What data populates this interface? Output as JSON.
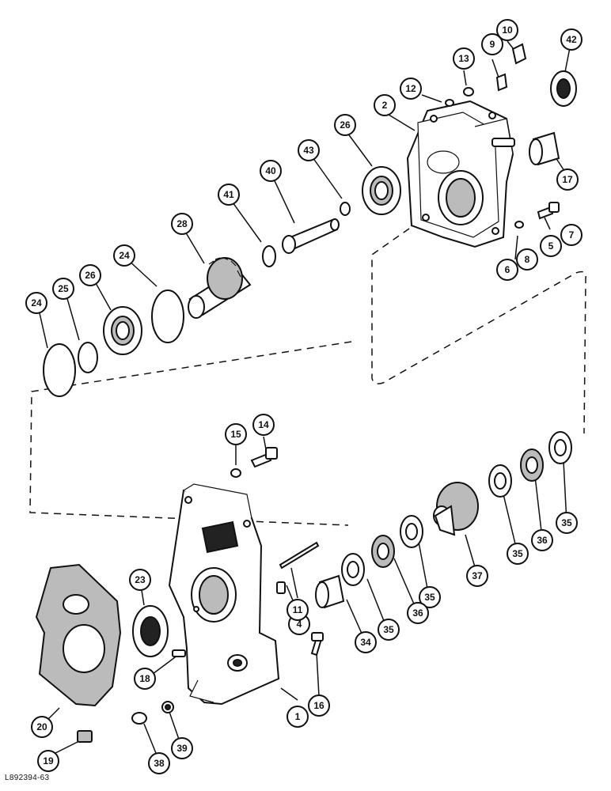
{
  "diagram": {
    "reference_code": "L892394-63",
    "callouts": [
      {
        "id": "c1",
        "label": "1"
      },
      {
        "id": "c2",
        "label": "2"
      },
      {
        "id": "c4",
        "label": "4"
      },
      {
        "id": "c5",
        "label": "5"
      },
      {
        "id": "c6",
        "label": "6"
      },
      {
        "id": "c7",
        "label": "7"
      },
      {
        "id": "c8",
        "label": "8"
      },
      {
        "id": "c9",
        "label": "9"
      },
      {
        "id": "c10",
        "label": "10"
      },
      {
        "id": "c11",
        "label": "11"
      },
      {
        "id": "c12",
        "label": "12"
      },
      {
        "id": "c13",
        "label": "13"
      },
      {
        "id": "c14",
        "label": "14"
      },
      {
        "id": "c15",
        "label": "15"
      },
      {
        "id": "c16",
        "label": "16"
      },
      {
        "id": "c17",
        "label": "17"
      },
      {
        "id": "c18",
        "label": "18"
      },
      {
        "id": "c19",
        "label": "19"
      },
      {
        "id": "c20",
        "label": "20"
      },
      {
        "id": "c23",
        "label": "23"
      },
      {
        "id": "c24a",
        "label": "24"
      },
      {
        "id": "c24b",
        "label": "24"
      },
      {
        "id": "c25",
        "label": "25"
      },
      {
        "id": "c26a",
        "label": "26"
      },
      {
        "id": "c26b",
        "label": "26"
      },
      {
        "id": "c28",
        "label": "28"
      },
      {
        "id": "c34",
        "label": "34"
      },
      {
        "id": "c35a",
        "label": "35"
      },
      {
        "id": "c35b",
        "label": "35"
      },
      {
        "id": "c35c",
        "label": "35"
      },
      {
        "id": "c35d",
        "label": "35"
      },
      {
        "id": "c36a",
        "label": "36"
      },
      {
        "id": "c36b",
        "label": "36"
      },
      {
        "id": "c37",
        "label": "37"
      },
      {
        "id": "c38",
        "label": "38"
      },
      {
        "id": "c39",
        "label": "39"
      },
      {
        "id": "c40",
        "label": "40"
      },
      {
        "id": "c41",
        "label": "41"
      },
      {
        "id": "c42",
        "label": "42"
      },
      {
        "id": "c43",
        "label": "43"
      }
    ]
  }
}
